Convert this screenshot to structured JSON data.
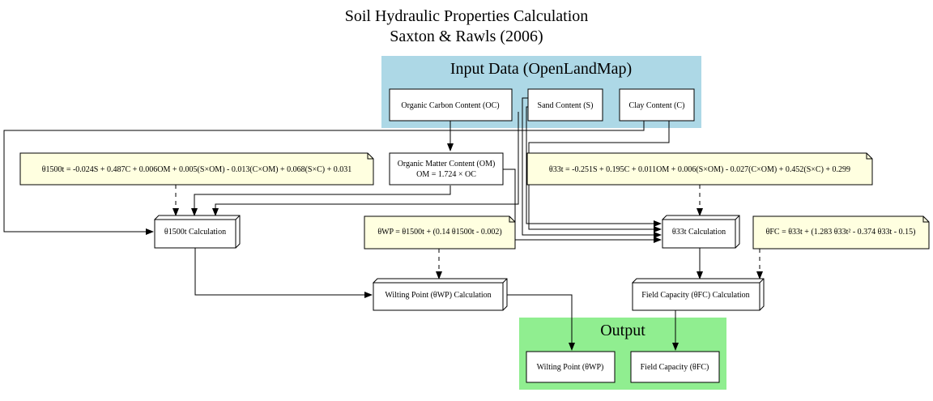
{
  "title": [
    "Soil Hydraulic Properties Calculation",
    "Saxton & Rawls (2006)"
  ],
  "clusters": {
    "input": {
      "label": "Input Data (OpenLandMap)",
      "color": "#add8e6"
    },
    "output": {
      "label": "Output",
      "color": "#90ee90"
    }
  },
  "nodes": {
    "oc": "Organic Carbon Content (OC)",
    "sand": "Sand Content (S)",
    "clay": "Clay Content (C)",
    "om": [
      "Organic Matter Content (OM)",
      "OM = 1.724 × OC"
    ],
    "t1500": "θ1500t Calculation",
    "t33": "θ33t Calculation",
    "wp": "Wilting Point (θWP) Calculation",
    "fc": "Field Capacity (θFC) Calculation",
    "out_wp": "Wilting Point (θWP)",
    "out_fc": "Field Capacity (θFC)"
  },
  "notes": {
    "n1500": "θ1500t = -0.024S + 0.487C + 0.006OM + 0.005(S×OM) - 0.013(C×OM) + 0.068(S×C) + 0.031",
    "n33": "θ33t = -0.251S + 0.195C + 0.011OM + 0.006(S×OM) - 0.027(C×OM) + 0.452(S×C) + 0.299",
    "nwp": "θWP = θ1500t + (0.14 θ1500t - 0.002)",
    "nfc": "θFC = θ33t + (1.283 θ33t² - 0.374 θ33t - 0.15)"
  },
  "colors": {
    "note_fill": "#ffffe0",
    "node_fill": "#ffffff",
    "line": "#000000"
  }
}
